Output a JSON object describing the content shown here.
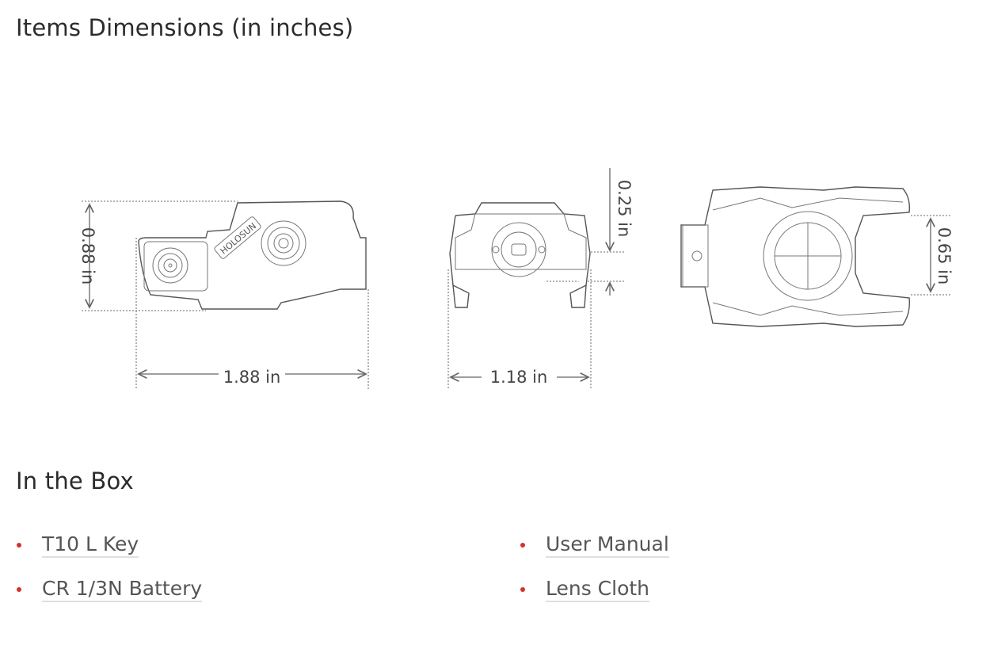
{
  "dimensions": {
    "title": "Items Dimensions (in inches)",
    "length": "1.88 in",
    "height": "0.88 in",
    "width": "1.18 in",
    "offset": "0.25 in",
    "rail_width": "0.65 in",
    "logo_text": "HOLOSUN"
  },
  "in_the_box": {
    "title": "In the Box",
    "items": [
      {
        "label": "T10 L Key"
      },
      {
        "label": "CR 1/3N Battery"
      },
      {
        "label": "User Manual"
      },
      {
        "label": "Lens Cloth"
      }
    ]
  },
  "colors": {
    "bullet": "#d0342c",
    "text": "#555555"
  }
}
